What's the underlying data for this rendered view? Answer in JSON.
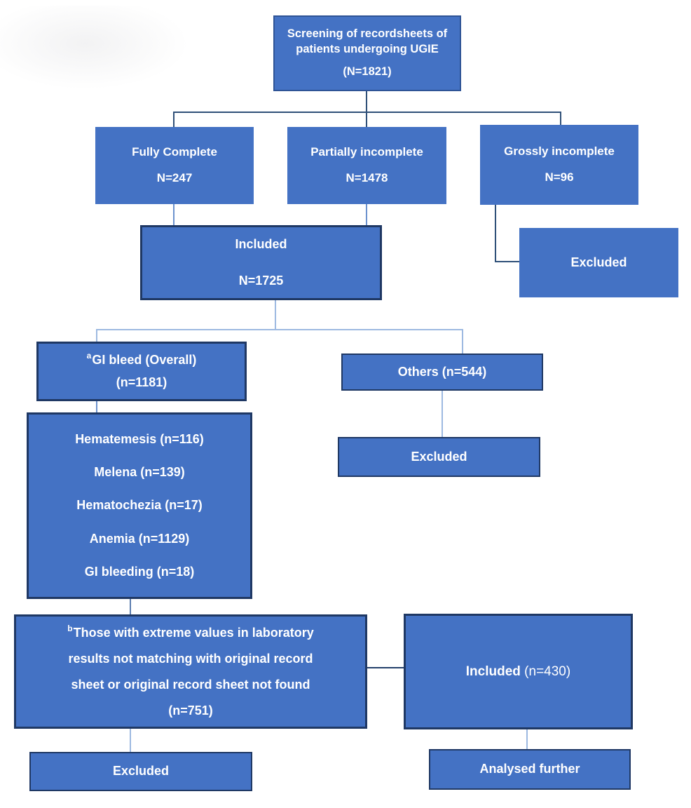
{
  "diagram": {
    "boxes": {
      "screening": {
        "lines": [
          "Screening of recordsheets of",
          "patients undergoing UGIE",
          "(N=1821)"
        ]
      },
      "fully_complete": {
        "lines": [
          "Fully Complete",
          "N=247"
        ]
      },
      "partially_incomplete": {
        "lines": [
          "Partially incomplete",
          "N=1478"
        ]
      },
      "grossly_incomplete": {
        "lines": [
          "Grossly incomplete",
          "N=96"
        ]
      },
      "included_main": {
        "lines": [
          "Included",
          "N=1725"
        ]
      },
      "excluded_grossly": {
        "label": "Excluded"
      },
      "gi_bleed": {
        "superscript": "a",
        "lines": [
          "GI bleed (Overall)",
          "(n=1181)"
        ]
      },
      "others": {
        "label": "Others (n=544)"
      },
      "excluded_others": {
        "label": "Excluded"
      },
      "symptoms": {
        "items": [
          "Hematemesis (n=116)",
          "Melena (n=139)",
          "Hematochezia (n=17)",
          "Anemia (n=1129)",
          "GI bleeding (n=18)"
        ]
      },
      "extreme_values": {
        "superscript": "b",
        "lines": [
          "Those with extreme values in laboratory",
          "results not matching with original record",
          "sheet or original record sheet not found",
          "(n=751)"
        ]
      },
      "included_final": {
        "bold": "Included",
        "rest": " (n=430)"
      },
      "excluded_extreme": {
        "label": "Excluded"
      },
      "analysed_further": {
        "label": "Analysed further"
      }
    },
    "colors": {
      "box_fill": "#4472C4",
      "box_border_dark": "#1F3864",
      "box_border_medium": "#2F5496",
      "connector_dark": "#2F5078",
      "connector_medium": "#6C92CE",
      "connector_light": "#9DB9E1",
      "connector_steel": "#5C7DAF",
      "connector_navy": "#24406B",
      "text_color": "#FFFFFF"
    }
  }
}
